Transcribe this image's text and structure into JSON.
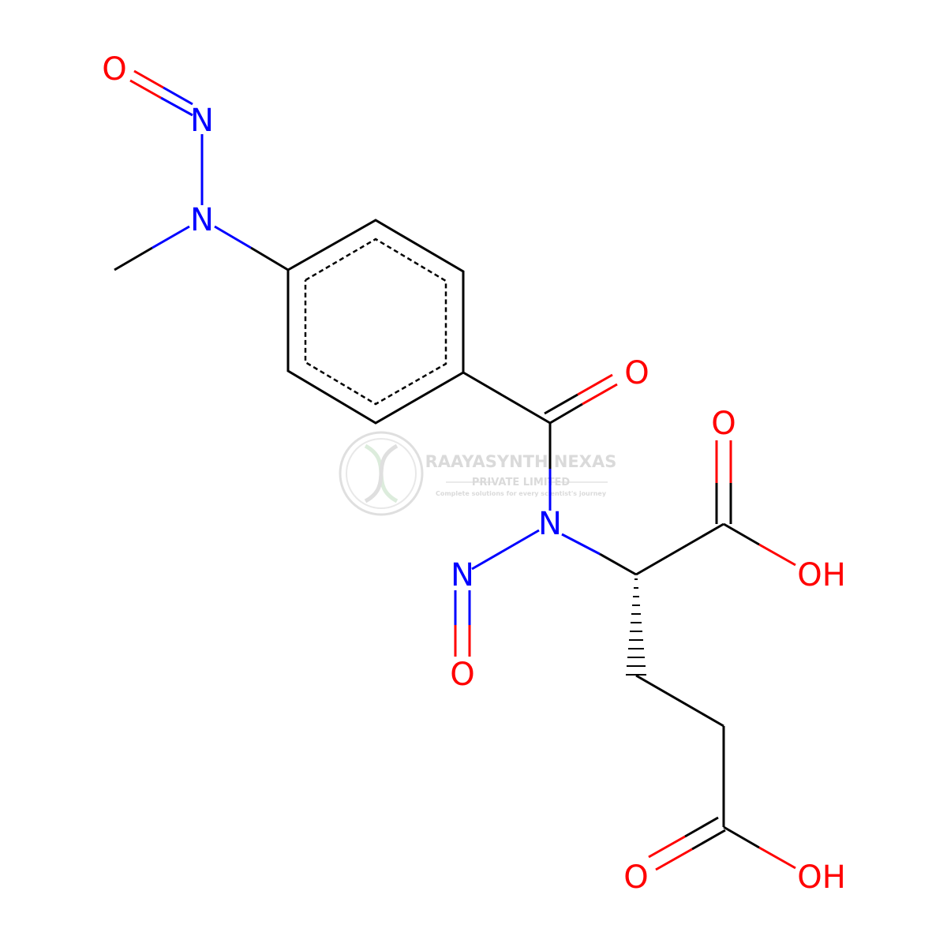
{
  "atoms": {
    "o_top": "O",
    "n_nitroso_top": "N",
    "n_methyl": "N",
    "o_carbonyl": "O",
    "o_acid1": "O",
    "n_amide": "N",
    "oh_acid1": "OH",
    "n_nitroso_lower": "N",
    "o_nitroso_lower": "O",
    "o_acid2": "O",
    "oh_acid2": "OH"
  },
  "watermark": {
    "line1": "RAAYASYNTH NEXAS",
    "line2": "PRIVATE LIMITED",
    "line3": "Complete solutions for every scientist's journey"
  },
  "colors": {
    "carbon": "#000000",
    "nitrogen": "#0000ff",
    "oxygen": "#ff0000",
    "watermark": "#d7d7d7"
  }
}
